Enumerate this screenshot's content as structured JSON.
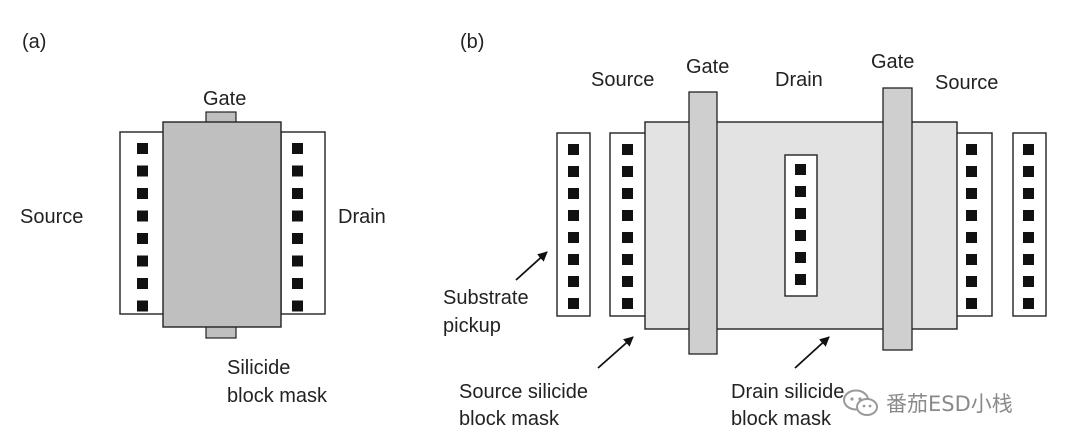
{
  "panel_a": {
    "tag": "(a)",
    "gate": "Gate",
    "source": "Source",
    "drain": "Drain",
    "mask_line1": "Silicide",
    "mask_line2": "block mask"
  },
  "panel_b": {
    "tag": "(b)",
    "source_left": "Source",
    "gate_left": "Gate",
    "drain": "Drain",
    "gate_right": "Gate",
    "source_right": "Source",
    "substrate_line1": "Substrate",
    "substrate_line2": "pickup",
    "source_mask_line1": "Source silicide",
    "source_mask_line2": "block mask",
    "drain_mask_line1": "Drain silicide",
    "drain_mask_line2": "block mask"
  },
  "watermark": {
    "text": "番茄ESD小栈",
    "icon": "wechat-icon"
  },
  "colors": {
    "mask_fill": "#e3e3e3",
    "gate_fill": "#cfcfcf",
    "gate_fill_a": "#bfbfbf",
    "contact": "#111111",
    "stroke": "#222222"
  }
}
